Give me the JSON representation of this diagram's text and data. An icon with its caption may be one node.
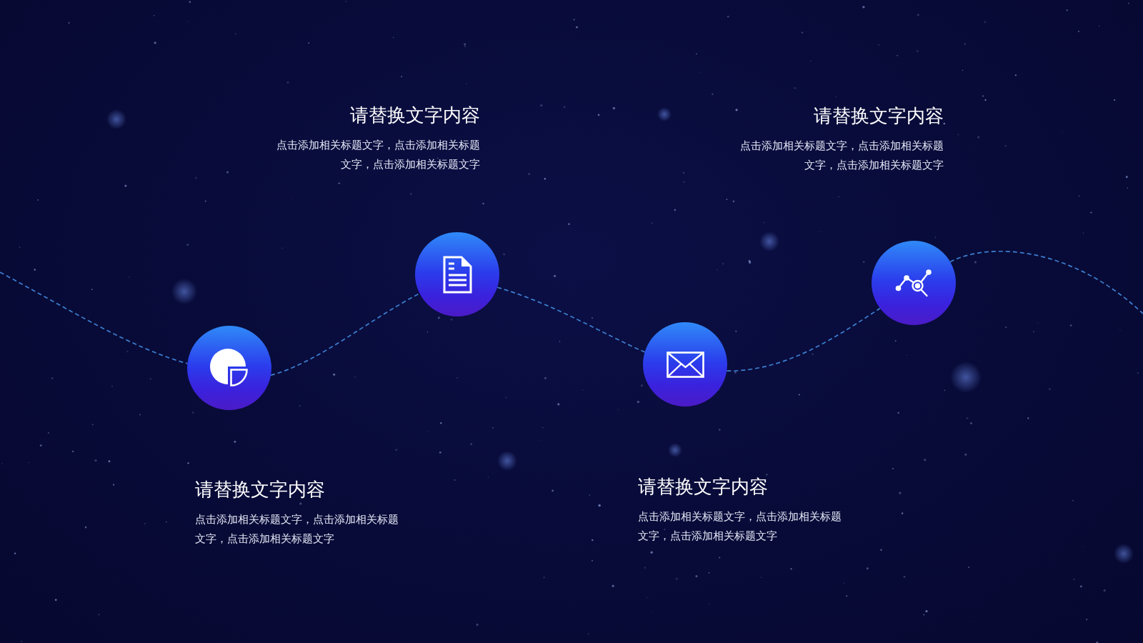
{
  "diagram": {
    "nodes": [
      {
        "text": [],
        "shape": "circle",
        "beside": [
          "请替换文字内容",
          "点击添加相关标题文字，点击添加相关标题文字，点击添加相关标题文字"
        ]
      },
      {
        "text": [],
        "shape": "circle",
        "beside": [
          "请替换文字内容",
          "点击添加相关标题文字，点击添加相关标题文字，点击添加相关标题文字"
        ]
      },
      {
        "text": [],
        "shape": "circle",
        "beside": [
          "请替换文字内容",
          "点击添加相关标题文字，点击添加相关标题文字，点击添加相关标题文字"
        ]
      },
      {
        "text": [],
        "shape": "circle",
        "beside": [
          "请替换文字内容",
          "点击添加相关标题文字，点击添加相关标题文字，点击添加相关标题文字"
        ]
      }
    ],
    "edges": [
      {
        "from": null,
        "to": 0,
        "arrow": "none",
        "style": "dashed"
      },
      {
        "from": 0,
        "to": 1,
        "arrow": "none",
        "style": "dashed"
      },
      {
        "from": 1,
        "to": 2,
        "arrow": "none",
        "style": "dashed"
      },
      {
        "from": 2,
        "to": 3,
        "arrow": "none",
        "style": "dashed"
      },
      {
        "from": 3,
        "to": null,
        "arrow": "none",
        "style": "dashed"
      }
    ]
  }
}
